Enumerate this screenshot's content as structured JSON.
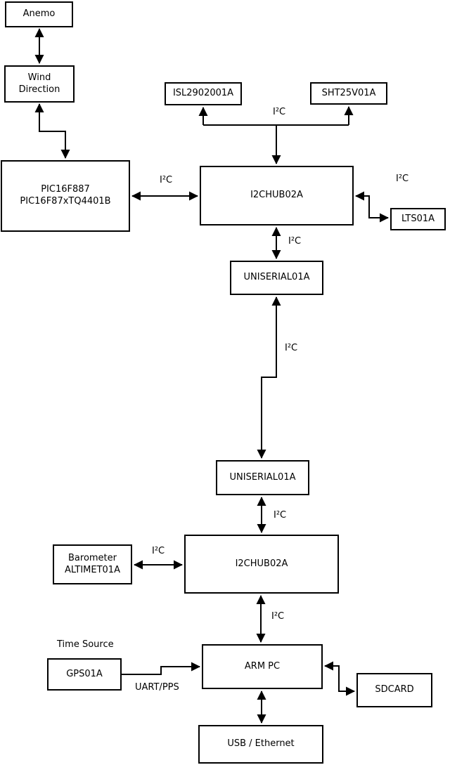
{
  "nodes": {
    "anemo": {
      "label": "Anemo"
    },
    "wind_direction": {
      "label": "Wind\nDirection"
    },
    "pic": {
      "label": "PIC16F887\nPIC16F87xTQ4401B"
    },
    "isl": {
      "label": "ISL2902001A"
    },
    "sht": {
      "label": "SHT25V01A"
    },
    "i2chub_top": {
      "label": "I2CHUB02A"
    },
    "lts": {
      "label": "LTS01A"
    },
    "uniserial_top": {
      "label": "UNISERIAL01A"
    },
    "uniserial_bottom": {
      "label": "UNISERIAL01A"
    },
    "i2chub_bottom": {
      "label": "I2CHUB02A"
    },
    "barometer": {
      "label": "Barometer\nALTIMET01A"
    },
    "gps": {
      "label": "GPS01A"
    },
    "arm_pc": {
      "label": "ARM PC"
    },
    "sdcard": {
      "label": "SDCARD"
    },
    "usb_ethernet": {
      "label": "USB / Ethernet"
    }
  },
  "edge_labels": {
    "top_bus": "I²C",
    "pic_hub": "I²C",
    "lts_link": "I²C",
    "hub1_uni1": "I²C",
    "long_link": "I²C",
    "uni2_hub2": "I²C",
    "baro_link": "I²C",
    "hub2_arm": "I²C",
    "time_source": "Time Source",
    "uart_pps": "UART/PPS"
  },
  "colors": {
    "background": "#ffffff",
    "box_fill": "#ffffff",
    "box_border": "#000000",
    "line": "#000000",
    "text": "#000000"
  }
}
